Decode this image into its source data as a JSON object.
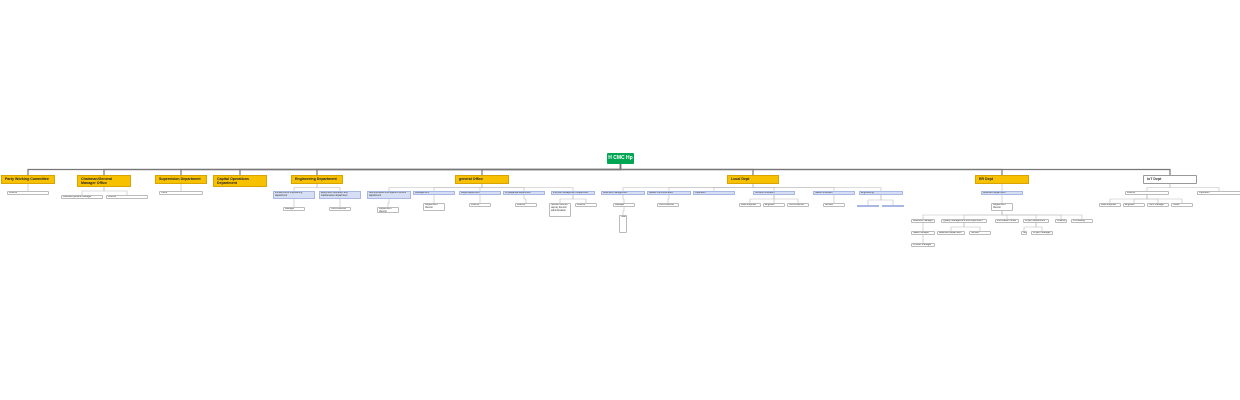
{
  "colors": {
    "root": "#00a651",
    "department": "#f7c100",
    "sub_unit": "#d5def5",
    "line": "#999999"
  },
  "nodes": [
    {
      "label": "H CMC Hp",
      "parent": null,
      "kind": "root"
    },
    {
      "label": "Party Working Committee",
      "parent": 0,
      "kind": "dept"
    },
    {
      "label": "Chairman/General Manager Office",
      "parent": 0,
      "kind": "dept"
    },
    {
      "label": "Supervision Department",
      "parent": 0,
      "kind": "dept"
    },
    {
      "label": "Capital Operations Department",
      "parent": 0,
      "kind": "dept"
    },
    {
      "label": "Engineering Department",
      "parent": 0,
      "kind": "dept"
    },
    {
      "label": "general Office",
      "parent": 0,
      "kind": "dept"
    },
    {
      "label": "Local Dept",
      "parent": 0,
      "kind": "dept"
    },
    {
      "label": "ER Dept",
      "parent": 0,
      "kind": "dept"
    },
    {
      "label": "IoT Dept",
      "parent": 0,
      "kind": "dept-w"
    },
    {
      "label": "Director",
      "parent": 1,
      "kind": "white"
    },
    {
      "label": "Assistant general manager",
      "parent": 2,
      "kind": "white"
    },
    {
      "label": "Director",
      "parent": 2,
      "kind": "white"
    },
    {
      "label": "Office",
      "parent": 3,
      "kind": "white"
    },
    {
      "label": "Infrastructure engineering department",
      "parent": 5,
      "kind": "blue"
    },
    {
      "label": "Equipment operation and maintenance department",
      "parent": 5,
      "kind": "blue"
    },
    {
      "label": "Manager",
      "parent": 14,
      "kind": "white"
    },
    {
      "label": "Commissioner",
      "parent": 15,
      "kind": "white"
    },
    {
      "label": "Administrative and logistics service department",
      "parent": 6,
      "kind": "blue"
    },
    {
      "label": "Management",
      "parent": 6,
      "kind": "blue"
    },
    {
      "label": "Legal department",
      "parent": 6,
      "kind": "blue"
    },
    {
      "label": "Propaganda department",
      "parent": 6,
      "kind": "blue"
    },
    {
      "label": "Internal management department",
      "parent": 6,
      "kind": "blue"
    },
    {
      "label": "Department director",
      "parent": 18,
      "kind": "white"
    },
    {
      "label": "Department director",
      "parent": 19,
      "kind": "white"
    },
    {
      "label": "Director",
      "parent": 20,
      "kind": "white"
    },
    {
      "label": "Director",
      "parent": 21,
      "kind": "white"
    },
    {
      "label": "Section director deputy director administration",
      "parent": 22,
      "kind": "white"
    },
    {
      "label": "Director",
      "parent": 22,
      "kind": "white"
    },
    {
      "label": "Business management",
      "parent": 7,
      "kind": "blue"
    },
    {
      "label": "Market communication",
      "parent": 7,
      "kind": "blue"
    },
    {
      "label": "Operation",
      "parent": 7,
      "kind": "blue"
    },
    {
      "label": "Service innovation",
      "parent": 7,
      "kind": "blue"
    },
    {
      "label": "Sales innovation",
      "parent": 7,
      "kind": "blue"
    },
    {
      "label": "Engineering",
      "parent": 7,
      "kind": "blue"
    },
    {
      "label": "Manager",
      "parent": 29,
      "kind": "white"
    },
    {
      "label": "Staff",
      "parent": 35,
      "kind": "white"
    },
    {
      "label": "Commissioner",
      "parent": 30,
      "kind": "white"
    },
    {
      "label": "Lead engineer",
      "parent": 32,
      "kind": "white"
    },
    {
      "label": "Engineer",
      "parent": 32,
      "kind": "white"
    },
    {
      "label": "Commissioner",
      "parent": 32,
      "kind": "white"
    },
    {
      "label": "Service manager",
      "parent": 33,
      "kind": "white"
    },
    {
      "label": "Lead",
      "parent": 34,
      "kind": "blue"
    },
    {
      "label": "Staff",
      "parent": 34,
      "kind": "blue"
    },
    {
      "label": "Business department",
      "parent": 8,
      "kind": "blue"
    },
    {
      "label": "Department director",
      "parent": 44,
      "kind": "white"
    },
    {
      "label": "Business manager",
      "parent": 45,
      "kind": "white"
    },
    {
      "label": "Quality management and supervision department",
      "parent": 45,
      "kind": "white"
    },
    {
      "label": "Information center",
      "parent": 45,
      "kind": "white"
    },
    {
      "label": "Project department",
      "parent": 45,
      "kind": "white"
    },
    {
      "label": "Finance",
      "parent": 45,
      "kind": "white"
    },
    {
      "label": "Purchasing department",
      "parent": 45,
      "kind": "white"
    },
    {
      "label": "Sales manager",
      "parent": 46,
      "kind": "white"
    },
    {
      "label": "Business department",
      "parent": 47,
      "kind": "white"
    },
    {
      "label": "Service department",
      "parent": 47,
      "kind": "white"
    },
    {
      "label": "Staff",
      "parent": 49,
      "kind": "white"
    },
    {
      "label": "Project manager",
      "parent": 49,
      "kind": "white"
    },
    {
      "label": "Product manager",
      "parent": 52,
      "kind": "white"
    },
    {
      "label": "Director",
      "parent": 9,
      "kind": "white"
    },
    {
      "label": "Operation",
      "parent": 9,
      "kind": "white"
    },
    {
      "label": "Lead engineer",
      "parent": 58,
      "kind": "white"
    },
    {
      "label": "Engineer",
      "parent": 58,
      "kind": "white"
    },
    {
      "label": "Tech manager",
      "parent": 58,
      "kind": "white"
    },
    {
      "label": "Tester",
      "parent": 58,
      "kind": "white"
    }
  ]
}
